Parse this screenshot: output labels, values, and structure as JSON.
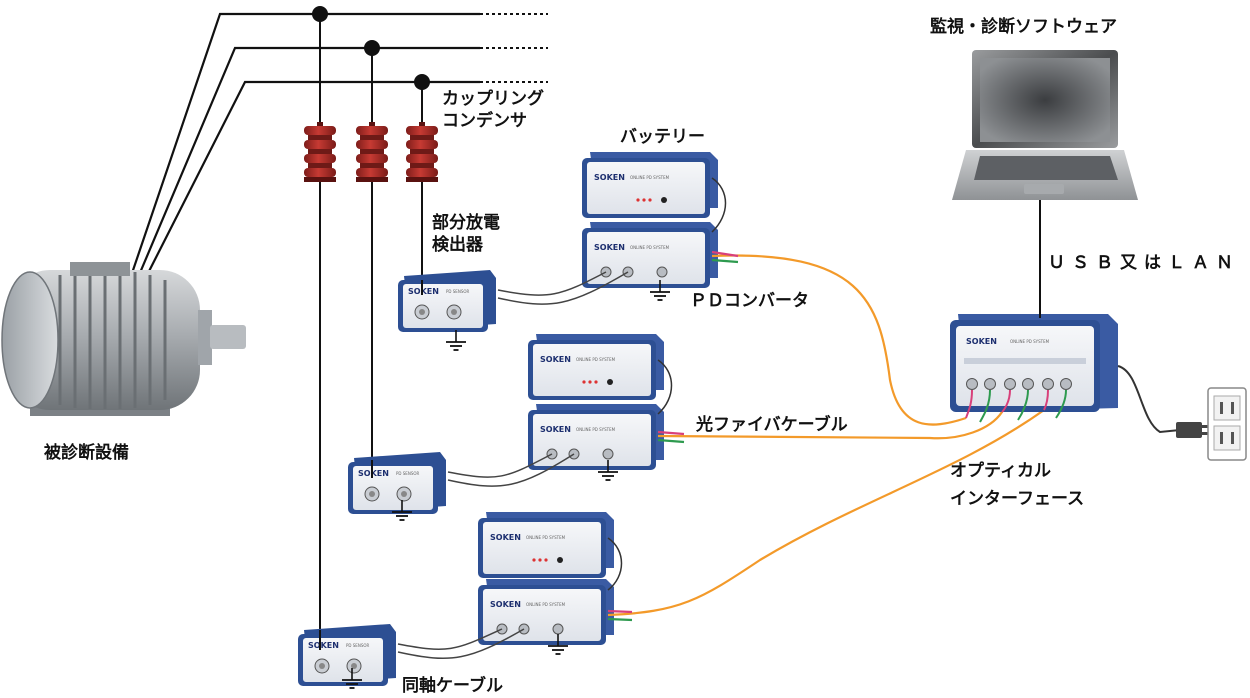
{
  "labels": {
    "equipment": "被診断設備",
    "coupling_capacitor_1": "カップリング",
    "coupling_capacitor_2": "コンデンサ",
    "battery": "バッテリー",
    "pd_detector_1": "部分放電",
    "pd_detector_2": "検出器",
    "pd_converter": "ＰＤコンバータ",
    "optical_cable": "光ファイバケーブル",
    "coaxial_cable": "同軸ケーブル",
    "software": "監視・診断ソフトウェア",
    "connection": "ＵＳＢ又はＬＡＮ",
    "optical_interface_1": "オプティカル",
    "optical_interface_2": "インターフェース"
  },
  "device_brand": "SOKEN",
  "colors": {
    "device_blue": "#2d4f93",
    "capacitor_red": "#b8322c",
    "optical_fiber": "#f39a2a",
    "fiber_green": "#2e9a4f",
    "fiber_pink": "#d8407a"
  },
  "icons": [
    "motor-icon",
    "laptop-icon",
    "power-outlet-icon",
    "ground-icon",
    "capacitor-icon"
  ]
}
